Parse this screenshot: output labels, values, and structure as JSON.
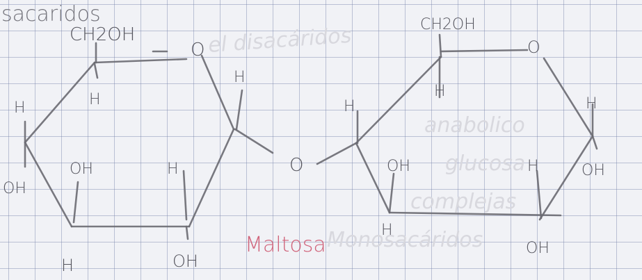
{
  "title": "sacaridos",
  "caption": "Maltosa",
  "colors": {
    "paper": "#f1f2f6",
    "grid": "#8d97b8",
    "pencil": "#6a6a72",
    "red_ink": "#d0637a"
  },
  "labels": {
    "left_ch2oh": "CH2OH",
    "left_ring_o": "O",
    "left_h_c5": "H",
    "left_h_c4_outer": "H",
    "left_oh_c4": "OH",
    "left_oh_c3": "OH",
    "left_h_c3": "H",
    "left_h_c2": "H",
    "left_oh_c2": "OH",
    "left_h_c1": "H",
    "bridge_o": "O",
    "right_ch2oh": "CH2OH",
    "right_ring_o": "O",
    "right_h_c5": "H",
    "right_h_c4_outer": "H",
    "right_oh_c3": "OH",
    "right_h_c3": "H",
    "right_h_c2": "H",
    "right_oh_c1": "OH",
    "right_h_c1": "H",
    "right_oh_c2": "OH"
  }
}
